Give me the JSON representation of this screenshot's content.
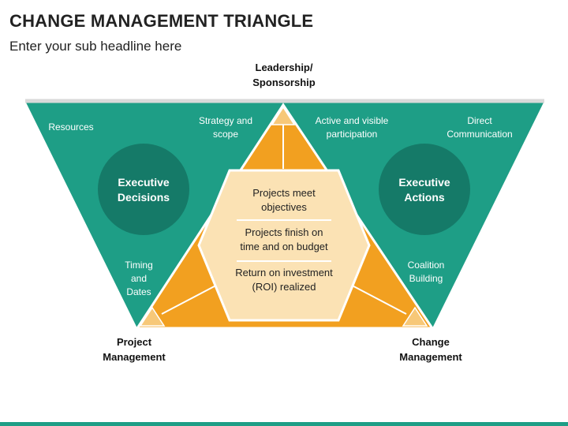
{
  "title": "CHANGE MANAGEMENT TRIANGLE",
  "subtitle": "Enter your sub headline here",
  "colors": {
    "green": "#1e9e86",
    "green_dark": "#157a68",
    "orange": "#f2a020",
    "orange_light": "#f7b94e",
    "hexagon": "#fbe2b4",
    "text_dark": "#222222",
    "bottom_bar": "#1e9e86"
  },
  "vertices": {
    "top": "Leadership/\nSponsorship",
    "bottom_left": "Project\nManagement",
    "bottom_right": "Change\nManagement"
  },
  "left_panel": {
    "circle": "Executive\nDecisions",
    "resources": "Resources",
    "strategy": "Strategy and\nscope",
    "timing": "Timing\nand\nDates"
  },
  "right_panel": {
    "circle": "Executive\nActions",
    "active": "Active and visible\nparticipation",
    "direct": "Direct\nCommunication",
    "coalition": "Coalition\nBuilding"
  },
  "center": {
    "item1": "Projects meet\nobjectives",
    "item2": "Projects finish on\ntime and on budget",
    "item3": "Return on investment\n(ROI) realized"
  }
}
